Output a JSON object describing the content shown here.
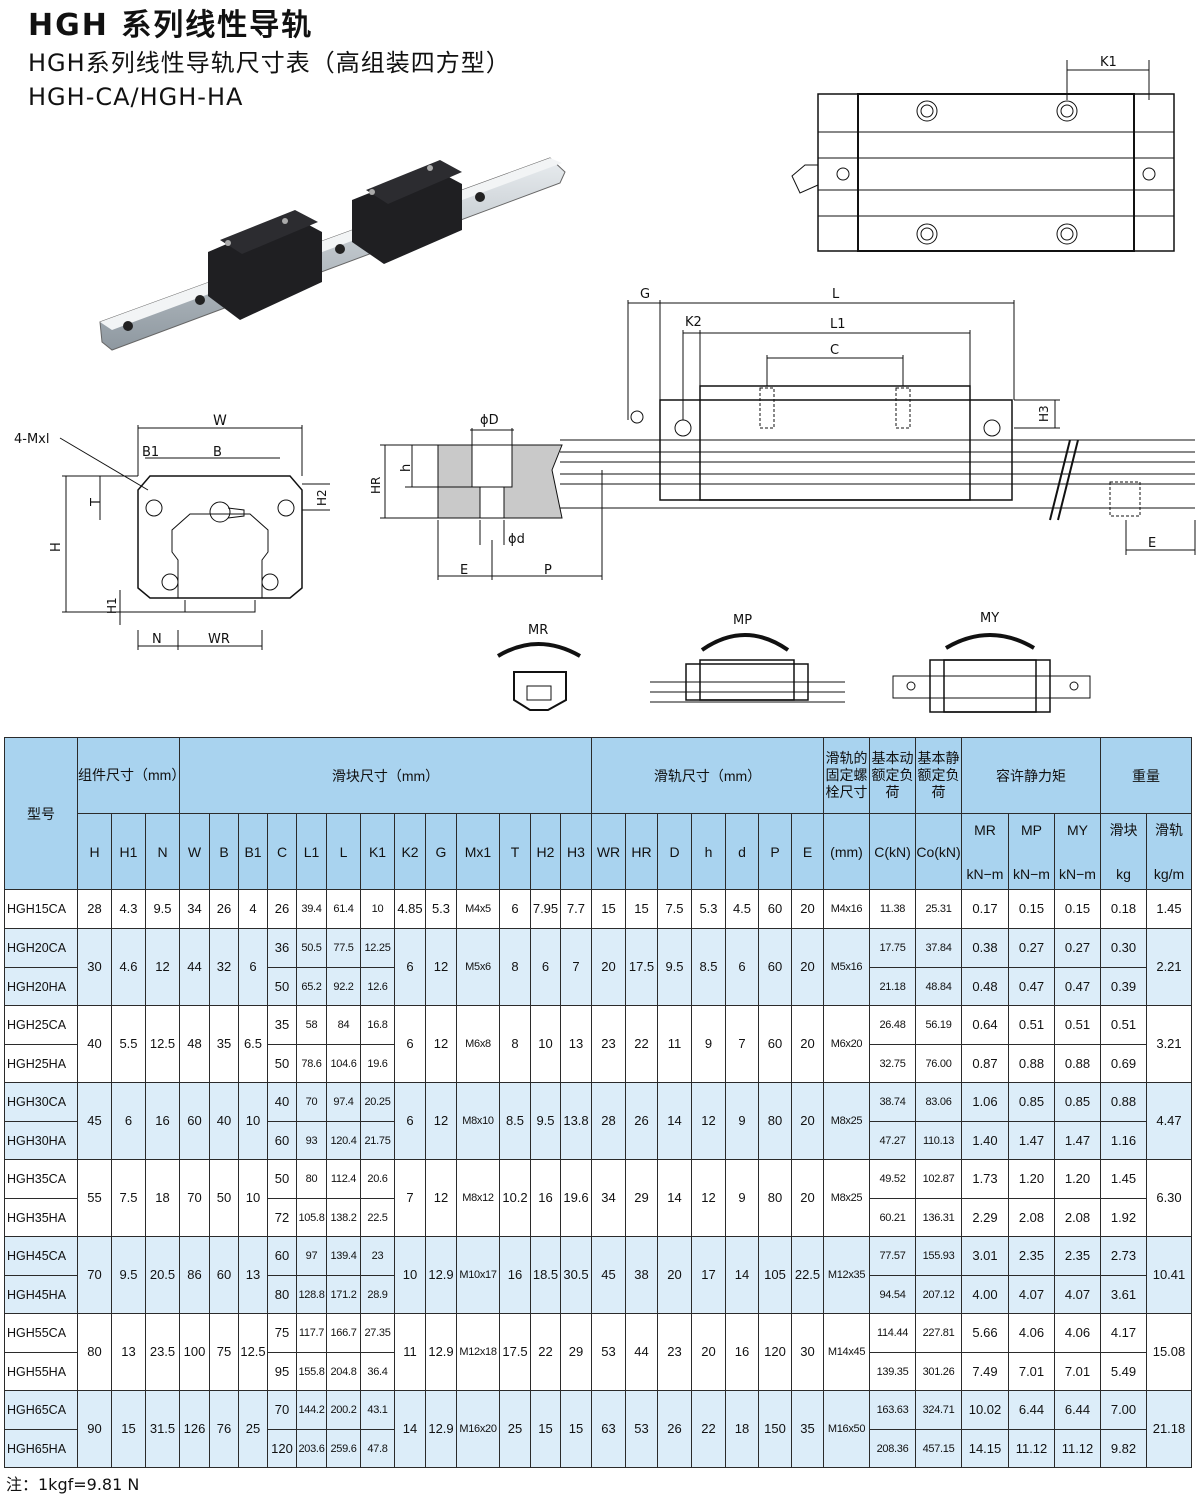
{
  "header": {
    "title": "HGH 系列线性导轨",
    "subtitle": "HGH系列线性导轨尺寸表（高组装四方型）",
    "models": "HGH-CA/HGH-HA"
  },
  "diagram_labels": {
    "K1": "K1",
    "G": "G",
    "L": "L",
    "K2": "K2",
    "L1": "L1",
    "C": "C",
    "H3": "H3",
    "W": "W",
    "B1": "B1",
    "B": "B",
    "mx": "4-Mxl",
    "T": "T",
    "H2": "H2",
    "H": "H",
    "H1": "H1",
    "N": "N",
    "WR": "WR",
    "phiD": "ϕD",
    "h": "h",
    "HR": "HR",
    "phid": "ϕd",
    "E": "E",
    "P": "P",
    "E2": "E",
    "MR": "MR",
    "MP": "MP",
    "MY": "MY"
  },
  "table": {
    "header_row1": {
      "model": "型号",
      "assembly": "组件尺寸（mm）",
      "block": "滑块尺寸（mm）",
      "rail": "滑轨尺寸（mm）",
      "bolt": "滑轨的固定螺栓尺寸",
      "dyn": "基本动额定负荷",
      "stat": "基本静额定负荷",
      "moment": "容许静力矩",
      "weight": "重量"
    },
    "header_row2": {
      "H": "H",
      "H1": "H1",
      "N": "N",
      "W": "W",
      "B": "B",
      "B1": "B1",
      "C": "C",
      "L1": "L1",
      "L": "L",
      "K1": "K1",
      "K2": "K2",
      "G": "G",
      "Mx1": "Mx1",
      "T": "T",
      "H2": "H2",
      "H3": "H3",
      "WR": "WR",
      "HR": "HR",
      "D": "D",
      "h": "h",
      "d": "d",
      "P": "P",
      "E": "E",
      "mm": "(mm)",
      "CkN": "C(kN)",
      "C0kN": "Co(kN)",
      "MR": "MR",
      "MP": "MP",
      "MY": "MY",
      "block_w": "滑块",
      "rail_w": "滑轨",
      "kNm1": "kN−m",
      "kNm2": "kN−m",
      "kNm3": "kN−m",
      "kg": "kg",
      "kgm": "kg/m"
    },
    "rows": [
      [
        "HGH15CA",
        "28",
        "4.3",
        "9.5",
        "34",
        "26",
        "4",
        "26",
        "39.4",
        "61.4",
        "10",
        "4.85",
        "5.3",
        "M4x5",
        "6",
        "7.95",
        "7.7",
        "15",
        "15",
        "7.5",
        "5.3",
        "4.5",
        "60",
        "20",
        "M4x16",
        "11.38",
        "25.31",
        "0.17",
        "0.15",
        "0.15",
        "0.18",
        "1.45"
      ],
      [
        "HGH20CA",
        "30",
        "4.6",
        "12",
        "44",
        "32",
        "6",
        "36",
        "50.5",
        "77.5",
        "12.25",
        "6",
        "12",
        "M5x6",
        "8",
        "6",
        "7",
        "20",
        "17.5",
        "9.5",
        "8.5",
        "6",
        "60",
        "20",
        "M5x16",
        "17.75",
        "37.84",
        "0.38",
        "0.27",
        "0.27",
        "0.30",
        "2.21"
      ],
      [
        "HGH20HA",
        "",
        "",
        "",
        "",
        "",
        "",
        "50",
        "65.2",
        "92.2",
        "12.6",
        "",
        "",
        "",
        "",
        "",
        "",
        "",
        "",
        "",
        "",
        "",
        "",
        "",
        "",
        "21.18",
        "48.84",
        "0.48",
        "0.47",
        "0.47",
        "0.39",
        ""
      ],
      [
        "HGH25CA",
        "40",
        "5.5",
        "12.5",
        "48",
        "35",
        "6.5",
        "35",
        "58",
        "84",
        "16.8",
        "6",
        "12",
        "M6x8",
        "8",
        "10",
        "13",
        "23",
        "22",
        "11",
        "9",
        "7",
        "60",
        "20",
        "M6x20",
        "26.48",
        "56.19",
        "0.64",
        "0.51",
        "0.51",
        "0.51",
        "3.21"
      ],
      [
        "HGH25HA",
        "",
        "",
        "",
        "",
        "",
        "",
        "50",
        "78.6",
        "104.6",
        "19.6",
        "",
        "",
        "",
        "",
        "",
        "",
        "",
        "",
        "",
        "",
        "",
        "",
        "",
        "",
        "32.75",
        "76.00",
        "0.87",
        "0.88",
        "0.88",
        "0.69",
        ""
      ],
      [
        "HGH30CA",
        "45",
        "6",
        "16",
        "60",
        "40",
        "10",
        "40",
        "70",
        "97.4",
        "20.25",
        "6",
        "12",
        "M8x10",
        "8.5",
        "9.5",
        "13.8",
        "28",
        "26",
        "14",
        "12",
        "9",
        "80",
        "20",
        "M8x25",
        "38.74",
        "83.06",
        "1.06",
        "0.85",
        "0.85",
        "0.88",
        "4.47"
      ],
      [
        "HGH30HA",
        "",
        "",
        "",
        "",
        "",
        "",
        "60",
        "93",
        "120.4",
        "21.75",
        "",
        "",
        "",
        "",
        "",
        "",
        "",
        "",
        "",
        "",
        "",
        "",
        "",
        "",
        "47.27",
        "110.13",
        "1.40",
        "1.47",
        "1.47",
        "1.16",
        ""
      ],
      [
        "HGH35CA",
        "55",
        "7.5",
        "18",
        "70",
        "50",
        "10",
        "50",
        "80",
        "112.4",
        "20.6",
        "7",
        "12",
        "M8x12",
        "10.2",
        "16",
        "19.6",
        "34",
        "29",
        "14",
        "12",
        "9",
        "80",
        "20",
        "M8x25",
        "49.52",
        "102.87",
        "1.73",
        "1.20",
        "1.20",
        "1.45",
        "6.30"
      ],
      [
        "HGH35HA",
        "",
        "",
        "",
        "",
        "",
        "",
        "72",
        "105.8",
        "138.2",
        "22.5",
        "",
        "",
        "",
        "",
        "",
        "",
        "",
        "",
        "",
        "",
        "",
        "",
        "",
        "",
        "60.21",
        "136.31",
        "2.29",
        "2.08",
        "2.08",
        "1.92",
        ""
      ],
      [
        "HGH45CA",
        "70",
        "9.5",
        "20.5",
        "86",
        "60",
        "13",
        "60",
        "97",
        "139.4",
        "23",
        "10",
        "12.9",
        "M10x17",
        "16",
        "18.5",
        "30.5",
        "45",
        "38",
        "20",
        "17",
        "14",
        "105",
        "22.5",
        "M12x35",
        "77.57",
        "155.93",
        "3.01",
        "2.35",
        "2.35",
        "2.73",
        "10.41"
      ],
      [
        "HGH45HA",
        "",
        "",
        "",
        "",
        "",
        "",
        "80",
        "128.8",
        "171.2",
        "28.9",
        "",
        "",
        "",
        "",
        "",
        "",
        "",
        "",
        "",
        "",
        "",
        "",
        "",
        "",
        "94.54",
        "207.12",
        "4.00",
        "4.07",
        "4.07",
        "3.61",
        ""
      ],
      [
        "HGH55CA",
        "80",
        "13",
        "23.5",
        "100",
        "75",
        "12.5",
        "75",
        "117.7",
        "166.7",
        "27.35",
        "11",
        "12.9",
        "M12x18",
        "17.5",
        "22",
        "29",
        "53",
        "44",
        "23",
        "20",
        "16",
        "120",
        "30",
        "M14x45",
        "114.44",
        "227.81",
        "5.66",
        "4.06",
        "4.06",
        "4.17",
        "15.08"
      ],
      [
        "HGH55HA",
        "",
        "",
        "",
        "",
        "",
        "",
        "95",
        "155.8",
        "204.8",
        "36.4",
        "",
        "",
        "",
        "",
        "",
        "",
        "",
        "",
        "",
        "",
        "",
        "",
        "",
        "",
        "139.35",
        "301.26",
        "7.49",
        "7.01",
        "7.01",
        "5.49",
        ""
      ],
      [
        "HGH65CA",
        "90",
        "15",
        "31.5",
        "126",
        "76",
        "25",
        "70",
        "144.2",
        "200.2",
        "43.1",
        "14",
        "12.9",
        "M16x20",
        "25",
        "15",
        "15",
        "63",
        "53",
        "26",
        "22",
        "18",
        "150",
        "35",
        "M16x50",
        "163.63",
        "324.71",
        "10.02",
        "6.44",
        "6.44",
        "7.00",
        "21.18"
      ],
      [
        "HGH65HA",
        "",
        "",
        "",
        "",
        "",
        "",
        "120",
        "203.6",
        "259.6",
        "47.8",
        "",
        "",
        "",
        "",
        "",
        "",
        "",
        "",
        "",
        "",
        "",
        "",
        "",
        "",
        "208.36",
        "457.15",
        "14.15",
        "11.12",
        "11.12",
        "9.82",
        ""
      ]
    ]
  },
  "footnote": "注：1kgf=9.81 N",
  "colors": {
    "header_bg": "#a9d3ef",
    "alt_row_bg": "#dcedf9",
    "line": "#2b2b2b"
  }
}
